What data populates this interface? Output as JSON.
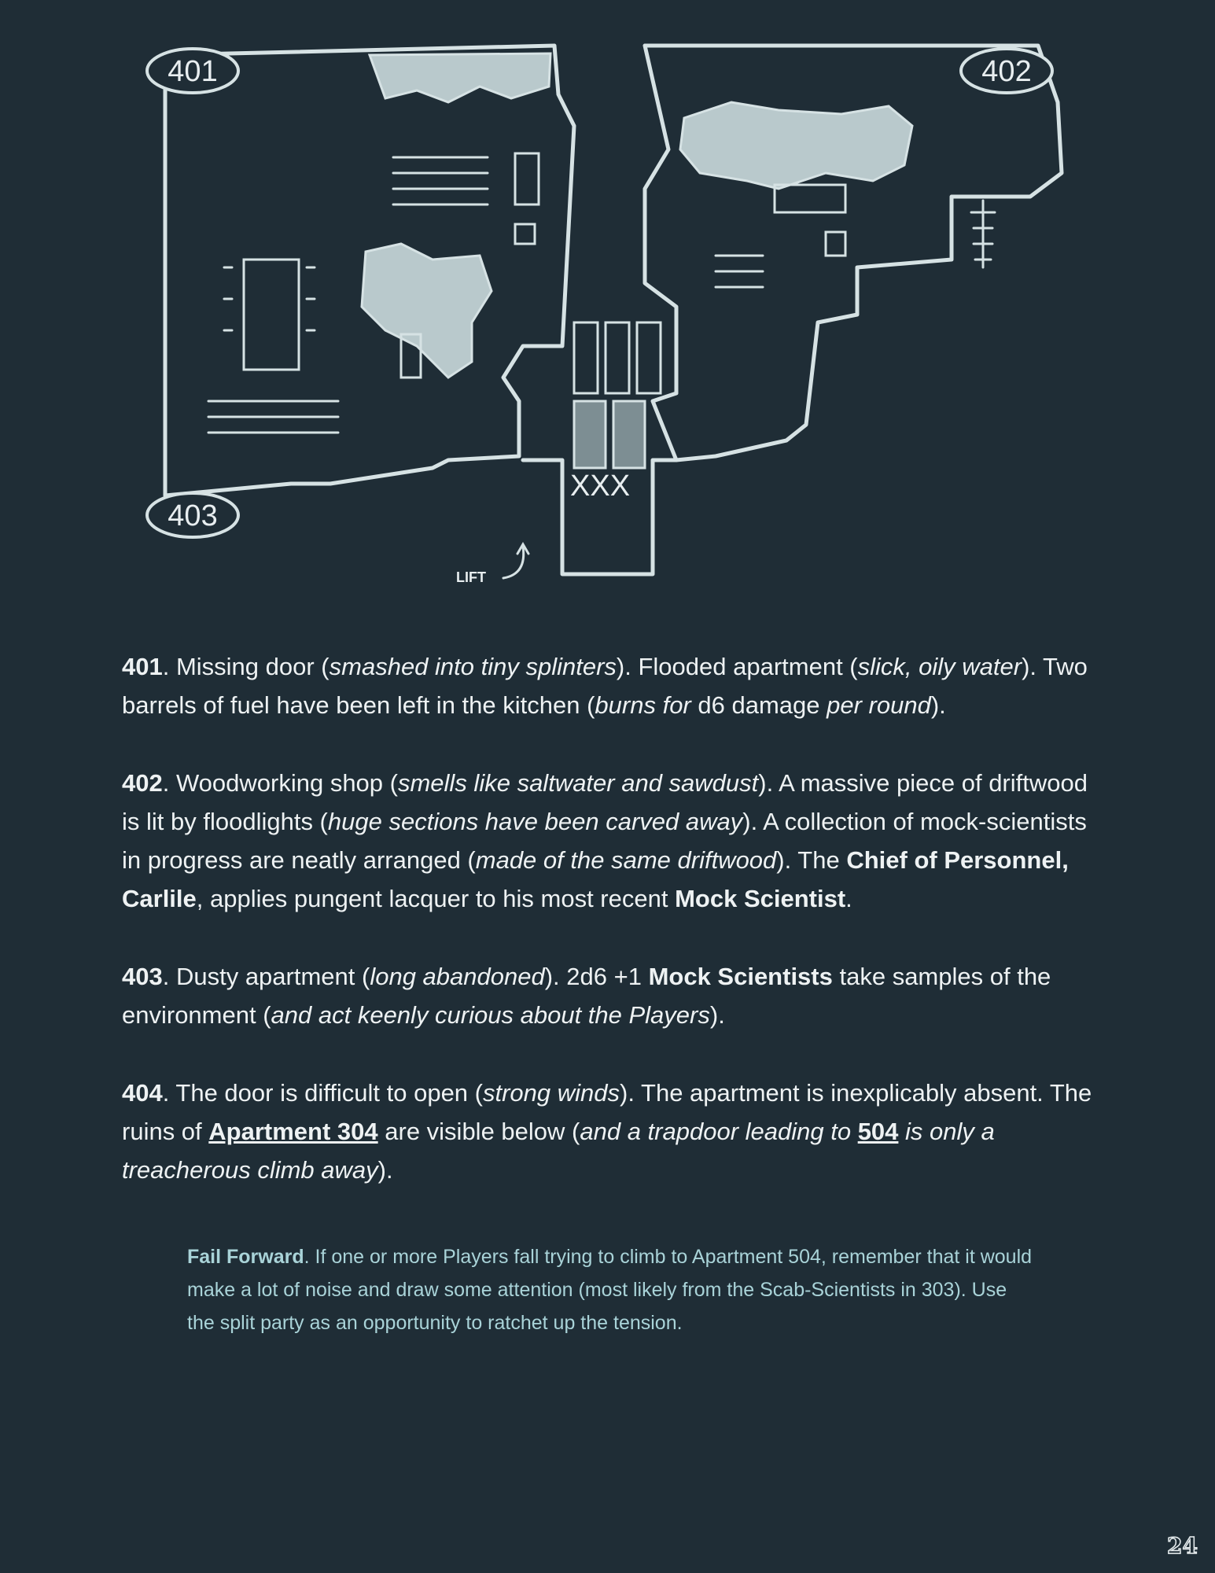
{
  "map": {
    "room_labels": [
      "401",
      "402",
      "403"
    ],
    "lift_label": "LIFT"
  },
  "entries": {
    "e401": {
      "num": "401",
      "t1": ". Missing door (",
      "i1": "smashed into tiny splinters",
      "t2": "). Flooded apartment (",
      "i2": "slick, oily water",
      "t3": "). Two barrels of fuel have been left in the kitchen (",
      "i3": "burns for",
      "t4": " d6 damage ",
      "i4": "per round",
      "t5": ")."
    },
    "e402": {
      "num": "402",
      "t1": ". Woodworking shop (",
      "i1": "smells like saltwater and sawdust",
      "t2": "). A massive piece of driftwood is lit by floodlights (",
      "i2": "huge sections have been carved away",
      "t3": "). A collection of mock-scientists in progress are neatly arranged (",
      "i3": "made of the same driftwood",
      "t4": "). The ",
      "b1": "Chief of Personnel, Carlile",
      "t5": ", applies pungent lacquer to his most recent ",
      "b2": "Mock Scientist",
      "t6": "."
    },
    "e403": {
      "num": "403",
      "t1": ". Dusty apartment (",
      "i1": "long abandoned",
      "t2": "). 2d6 +1 ",
      "b1": "Mock Scientists",
      "t3": " take samples of the environment (",
      "i2": "and act keenly curious about the Players",
      "t4": ")."
    },
    "e404": {
      "num": "404",
      "t1": ". The door is difficult to open (",
      "i1": "strong winds",
      "t2": "). The apartment is inexplicably absent. The ruins of ",
      "link1": "Apartment 304",
      "t3": " are visible below (",
      "i2": "and a trapdoor leading to ",
      "link2": "504",
      "i3": " is only a treacherous climb away",
      "t4": ")."
    }
  },
  "sidebar": {
    "title": "Fail Forward",
    "text": ". If one or more Players fall trying to climb to Apartment 504, remember that it would make a lot of noise and draw some attention (most likely from the Scab-Scientists in 303). Use the split party as an opportunity to ratchet up the tension."
  },
  "page_number": "24"
}
